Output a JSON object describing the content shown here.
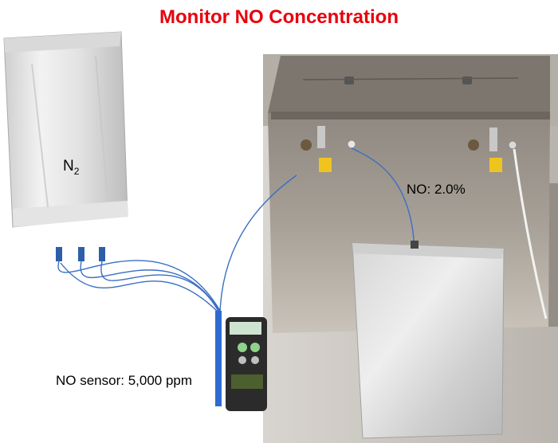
{
  "title": "Monitor NO Concentration",
  "labels": {
    "n2_main": "N",
    "n2_sub": "2",
    "no_concentration": "NO: 2.0%",
    "sensor": "NO sensor: 5,000 ppm"
  },
  "colors": {
    "title": "#e8000b",
    "tubing": "#3a6fc4",
    "chamber": "#9c958c",
    "clamps": "#f0c41e"
  }
}
